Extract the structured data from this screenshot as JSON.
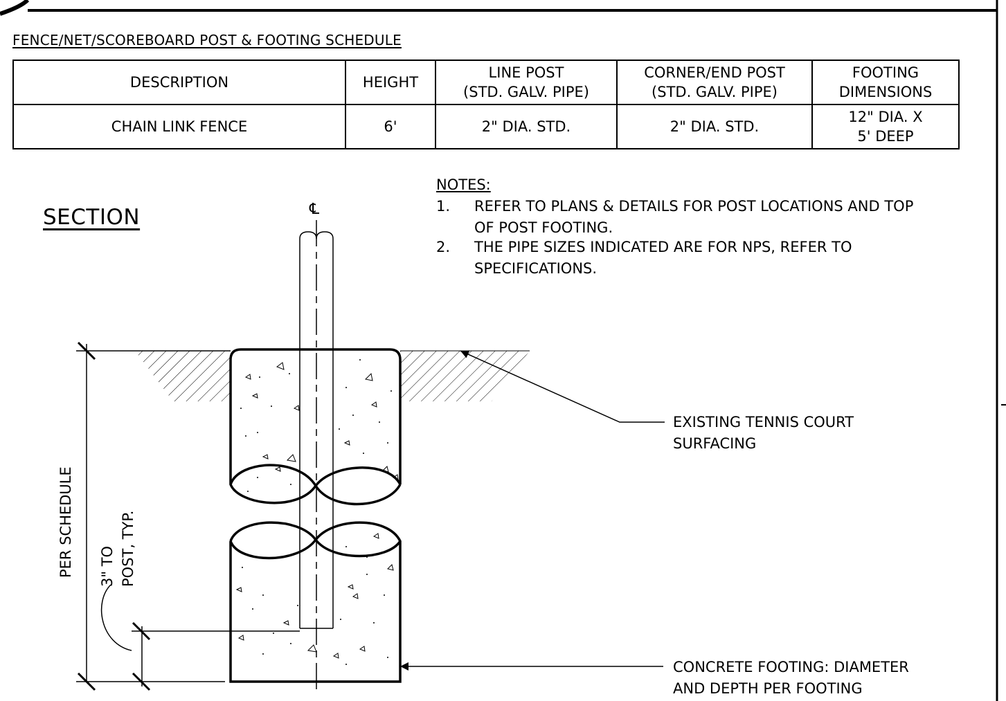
{
  "schedule": {
    "title": "FENCE/NET/SCOREBOARD POST & FOOTING SCHEDULE",
    "headers": {
      "description": "DESCRIPTION",
      "height": "HEIGHT",
      "line_post_1": "LINE POST",
      "line_post_2": "(STD. GALV. PIPE)",
      "corner_post_1": "CORNER/END POST",
      "corner_post_2": "(STD. GALV. PIPE)",
      "footing_1": "FOOTING",
      "footing_2": "DIMENSIONS"
    },
    "rows": [
      {
        "description": "CHAIN LINK FENCE",
        "height": "6'",
        "line_post": "2\" DIA. STD.",
        "corner_post": "2\" DIA. STD.",
        "footing_1": "12\" DIA. X",
        "footing_2": "5' DEEP"
      }
    ]
  },
  "section": {
    "title": "SECTION",
    "centerline_symbol": "℄"
  },
  "notes": {
    "title": "NOTES:",
    "items": [
      {
        "num": "1.",
        "line1": "REFER TO PLANS & DETAILS FOR POST LOCATIONS AND TOP",
        "line2": "OF POST FOOTING."
      },
      {
        "num": "2.",
        "line1": "THE PIPE SIZES INDICATED ARE FOR NPS, REFER TO",
        "line2": "SPECIFICATIONS."
      }
    ]
  },
  "callouts": {
    "surfacing_1": "EXISTING TENNIS COURT",
    "surfacing_2": "SURFACING",
    "footing_1": "CONCRETE FOOTING: DIAMETER",
    "footing_2": "AND DEPTH PER FOOTING"
  },
  "dimensions": {
    "per_schedule": "PER SCHEDULE",
    "to_post_1": "3\" TO",
    "to_post_2": "POST, TYP."
  }
}
